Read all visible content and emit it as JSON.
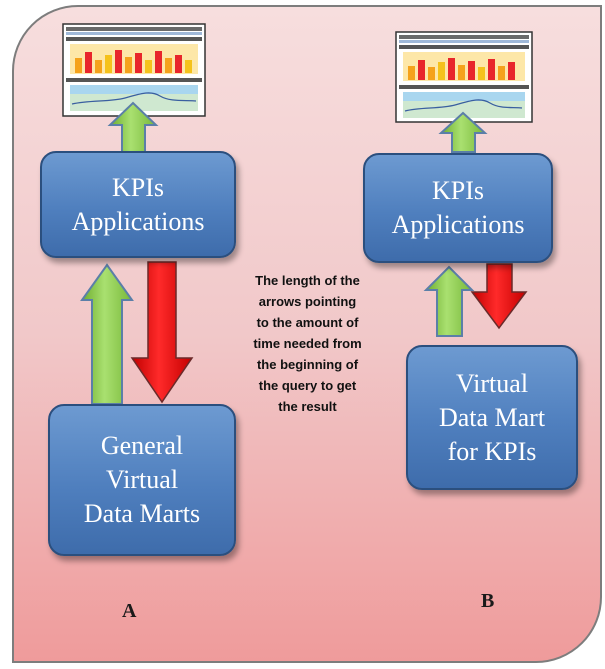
{
  "panel_a": {
    "kpi_box_lines": [
      "KPIs",
      "Applications"
    ],
    "mart_box_lines": [
      "General",
      "Virtual",
      "Data Marts"
    ],
    "label": "A"
  },
  "panel_b": {
    "kpi_box_lines": [
      "KPIs",
      "Applications"
    ],
    "mart_box_lines": [
      "Virtual",
      "Data Mart",
      "for KPIs"
    ],
    "label": "B"
  },
  "note_lines": [
    "The length of the",
    "arrows  pointing",
    "to the amount of",
    "time needed from",
    "the beginning of",
    "the query to get",
    "the result"
  ],
  "colors": {
    "box_fill": "#4f7fbe",
    "up_arrow": "#92d050",
    "down_arrow": "#ff0000",
    "background": "#f1c8c9"
  }
}
